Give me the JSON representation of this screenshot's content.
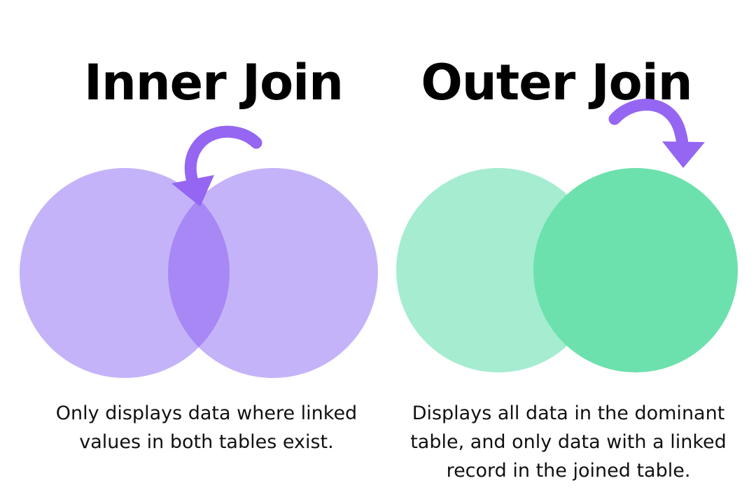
{
  "inner_join": {
    "title": "Inner Join",
    "caption": "Only displays data where linked values in both tables exist.",
    "colors": {
      "circle": "#c5b3f9",
      "overlap": "#a788f5",
      "arrow": "#9466f2"
    }
  },
  "outer_join": {
    "title": "Outer Join",
    "caption": "Displays all data in the dominant table, and only data with a linked record in the joined table.",
    "colors": {
      "left_circle": "#a5ecd1",
      "right_circle": "#6ce1ae",
      "arrow": "#9466f2"
    }
  }
}
